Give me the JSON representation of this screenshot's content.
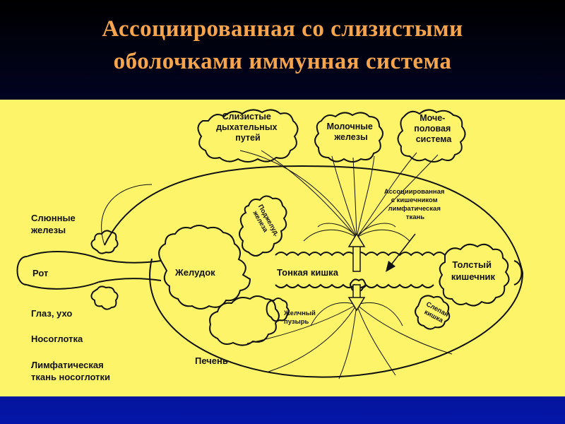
{
  "title": {
    "line1": "Ассоциированная со слизистыми",
    "line2": "оболочками иммунная система"
  },
  "diagram": {
    "resp": [
      "Слизистые",
      "дыхательных",
      "путей"
    ],
    "milk": [
      "Молочные",
      "железы"
    ],
    "urogen": [
      "Моче-",
      "половая",
      "система"
    ],
    "galt": [
      "Ассоциированная",
      "с кишечником",
      "лимфатическая",
      "ткань"
    ],
    "salivary": [
      "Слюнные",
      "железы"
    ],
    "mouth": "Рот",
    "stomach": "Желудок",
    "small_int": "Тонкая кишка",
    "large_int": [
      "Толстый",
      "кишечник"
    ],
    "pancreas": [
      "Поджелуд.",
      "железа"
    ],
    "gallbladder": [
      "Желчный",
      "пузырь"
    ],
    "caecum": [
      "Слепая",
      "кишка"
    ],
    "liver": "Печень",
    "eye_ear": "Глаз, ухо",
    "nasopharynx": "Носоглотка",
    "nalt": [
      "Лимфатическая",
      "ткань носоглотки"
    ]
  },
  "colors": {
    "title": "#f6a54c",
    "panel": "#fdf46a",
    "arrow": "#fdf46a"
  }
}
